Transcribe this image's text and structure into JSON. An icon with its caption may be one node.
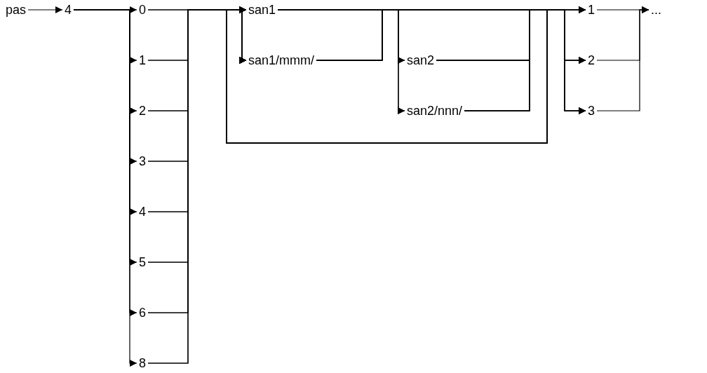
{
  "diagram": {
    "nodes": [
      {
        "text": [
          "pas"
        ]
      },
      {
        "text": [
          "4"
        ]
      },
      {
        "text": [
          "0"
        ]
      },
      {
        "text": [
          "1"
        ]
      },
      {
        "text": [
          "2"
        ]
      },
      {
        "text": [
          "3"
        ]
      },
      {
        "text": [
          "4"
        ]
      },
      {
        "text": [
          "5"
        ]
      },
      {
        "text": [
          "6"
        ]
      },
      {
        "text": [
          "8"
        ]
      },
      {
        "text": [
          "san1"
        ]
      },
      {
        "text": [
          "san1/mmm/"
        ]
      },
      {
        "text": [
          "san2"
        ]
      },
      {
        "text": [
          "san2/nnn/"
        ]
      },
      {
        "text": [
          "1"
        ]
      },
      {
        "text": [
          "2"
        ]
      },
      {
        "text": [
          "3"
        ]
      },
      {
        "text": [
          "..."
        ]
      }
    ],
    "edges": [
      {
        "from": 0,
        "to": 1,
        "arrow": "to"
      },
      {
        "from": 1,
        "to": 2,
        "arrow": "to"
      },
      {
        "from": 1,
        "to": 3,
        "arrow": "to"
      },
      {
        "from": 1,
        "to": 4,
        "arrow": "to"
      },
      {
        "from": 1,
        "to": 5,
        "arrow": "to"
      },
      {
        "from": 1,
        "to": 6,
        "arrow": "to"
      },
      {
        "from": 1,
        "to": 7,
        "arrow": "to"
      },
      {
        "from": 1,
        "to": 8,
        "arrow": "to"
      },
      {
        "from": 1,
        "to": 9,
        "arrow": "to"
      },
      {
        "from": 2,
        "to": 10,
        "arrow": "to"
      },
      {
        "from": 2,
        "to": 11,
        "arrow": "to"
      },
      {
        "from": 3,
        "to": 10,
        "arrow": "to"
      },
      {
        "from": 3,
        "to": 11,
        "arrow": "to"
      },
      {
        "from": 4,
        "to": 10,
        "arrow": "to"
      },
      {
        "from": 4,
        "to": 11,
        "arrow": "to"
      },
      {
        "from": 5,
        "to": 10,
        "arrow": "to"
      },
      {
        "from": 5,
        "to": 11,
        "arrow": "to"
      },
      {
        "from": 6,
        "to": 10,
        "arrow": "to"
      },
      {
        "from": 6,
        "to": 11,
        "arrow": "to"
      },
      {
        "from": 7,
        "to": 10,
        "arrow": "to"
      },
      {
        "from": 7,
        "to": 11,
        "arrow": "to"
      },
      {
        "from": 8,
        "to": 10,
        "arrow": "to"
      },
      {
        "from": 8,
        "to": 11,
        "arrow": "to"
      },
      {
        "from": 9,
        "to": 10,
        "arrow": "to"
      },
      {
        "from": 9,
        "to": 11,
        "arrow": "to"
      },
      {
        "from": 10,
        "to": 12,
        "arrow": "to"
      },
      {
        "from": 10,
        "to": 13,
        "arrow": "to"
      },
      {
        "from": 11,
        "to": 12,
        "arrow": "to"
      },
      {
        "from": 11,
        "to": 13,
        "arrow": "to"
      },
      {
        "from": 10,
        "to": 14,
        "arrow": "to"
      },
      {
        "from": 10,
        "to": 15,
        "arrow": "to"
      },
      {
        "from": 10,
        "to": 16,
        "arrow": "to"
      },
      {
        "from": 11,
        "to": 14,
        "arrow": "to"
      },
      {
        "from": 11,
        "to": 15,
        "arrow": "to"
      },
      {
        "from": 11,
        "to": 16,
        "arrow": "to"
      },
      {
        "from": 12,
        "to": 14,
        "arrow": "to"
      },
      {
        "from": 12,
        "to": 15,
        "arrow": "to"
      },
      {
        "from": 12,
        "to": 16,
        "arrow": "to"
      },
      {
        "from": 13,
        "to": 14,
        "arrow": "to"
      },
      {
        "from": 13,
        "to": 15,
        "arrow": "to"
      },
      {
        "from": 13,
        "to": 16,
        "arrow": "to"
      },
      {
        "from": 10,
        "to": 10,
        "arrow": "to"
      },
      {
        "from": 10,
        "to": 11,
        "arrow": "to"
      },
      {
        "from": 11,
        "to": 10,
        "arrow": "to"
      },
      {
        "from": 11,
        "to": 11,
        "arrow": "to"
      },
      {
        "from": 12,
        "to": 10,
        "arrow": "to"
      },
      {
        "from": 12,
        "to": 11,
        "arrow": "to"
      },
      {
        "from": 13,
        "to": 10,
        "arrow": "to"
      },
      {
        "from": 13,
        "to": 11,
        "arrow": "to"
      },
      {
        "from": 14,
        "to": 17,
        "arrow": "to"
      },
      {
        "from": 15,
        "to": 17,
        "arrow": "to"
      },
      {
        "from": 16,
        "to": 17,
        "arrow": "to"
      }
    ]
  }
}
